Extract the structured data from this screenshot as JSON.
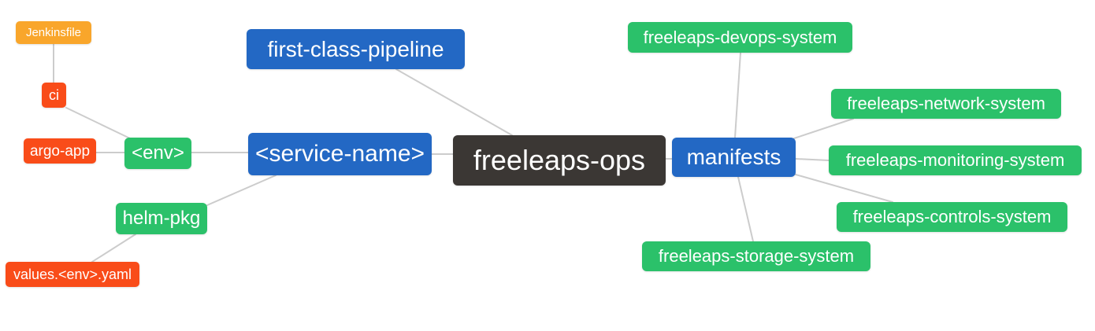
{
  "diagram": {
    "type": "mindmap",
    "root": "freeleaps-ops",
    "palette": {
      "blue": "#2368C4",
      "green": "#2BC16A",
      "orange": "#F9A62B",
      "red_orange": "#F94C19",
      "dark_gray": "#3B3734",
      "edge_line": "#CCCCCC",
      "node_text": "#FFFFFF",
      "background": "#FFFFFF"
    },
    "nodes": {
      "jenkinsfile": {
        "label": "Jenkinsfile",
        "color": "#F9A62B"
      },
      "ci": {
        "label": "ci",
        "color": "#F94C19"
      },
      "argo_app": {
        "label": "argo-app",
        "color": "#F94C19"
      },
      "env": {
        "label": "<env>",
        "color": "#2BC16A"
      },
      "service_name": {
        "label": "<service-name>",
        "color": "#2368C4"
      },
      "first_class_pipeline": {
        "label": "first-class-pipeline",
        "color": "#2368C4"
      },
      "freeleaps_ops": {
        "label": "freeleaps-ops",
        "color": "#3B3734"
      },
      "manifests": {
        "label": "manifests",
        "color": "#2368C4"
      },
      "devops_system": {
        "label": "freeleaps-devops-system",
        "color": "#2BC16A"
      },
      "network_system": {
        "label": "freeleaps-network-system",
        "color": "#2BC16A"
      },
      "monitoring_system": {
        "label": "freeleaps-monitoring-system",
        "color": "#2BC16A"
      },
      "controls_system": {
        "label": "freeleaps-controls-system",
        "color": "#2BC16A"
      },
      "storage_system": {
        "label": "freeleaps-storage-system",
        "color": "#2BC16A"
      },
      "helm_pkg": {
        "label": "helm-pkg",
        "color": "#2BC16A"
      },
      "values_env_yaml": {
        "label": "values.<env>.yaml",
        "color": "#F94C19"
      }
    },
    "edges": [
      [
        "jenkinsfile",
        "ci"
      ],
      [
        "ci",
        "env"
      ],
      [
        "argo_app",
        "env"
      ],
      [
        "env",
        "service_name"
      ],
      [
        "helm_pkg",
        "service_name"
      ],
      [
        "values_env_yaml",
        "helm_pkg"
      ],
      [
        "service_name",
        "freeleaps_ops"
      ],
      [
        "first_class_pipeline",
        "freeleaps_ops"
      ],
      [
        "freeleaps_ops",
        "manifests"
      ],
      [
        "manifests",
        "devops_system"
      ],
      [
        "manifests",
        "network_system"
      ],
      [
        "manifests",
        "monitoring_system"
      ],
      [
        "manifests",
        "controls_system"
      ],
      [
        "manifests",
        "storage_system"
      ]
    ]
  }
}
